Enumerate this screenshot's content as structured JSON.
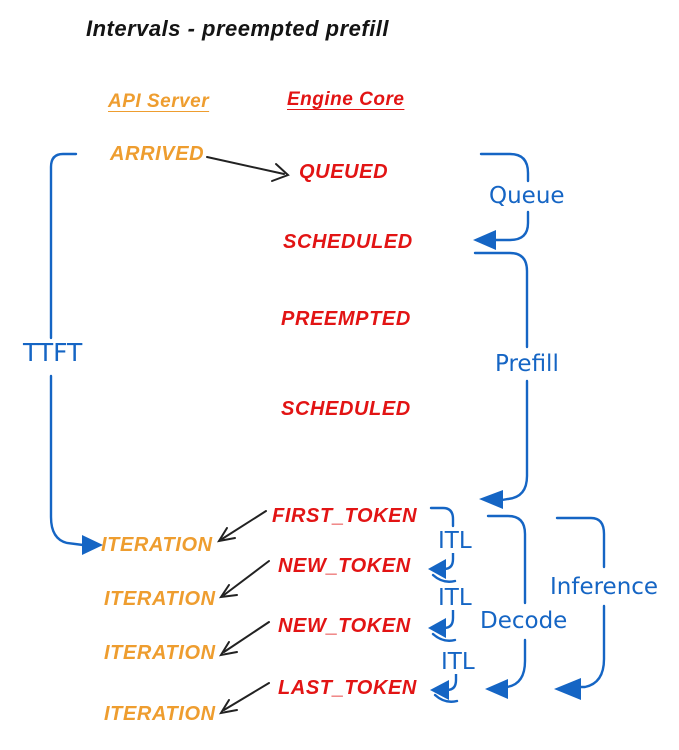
{
  "title": "Intervals - preempted prefill",
  "columns": {
    "api_server": "API Server",
    "engine_core": "Engine Core"
  },
  "api_events": {
    "arrived": "ARRIVED",
    "iteration_1": "ITERATION",
    "iteration_2": "ITERATION",
    "iteration_3": "ITERATION",
    "iteration_4": "ITERATION"
  },
  "engine_events": {
    "queued": "QUEUED",
    "scheduled_1": "SCHEDULED",
    "preempted": "PREEMPTED",
    "scheduled_2": "SCHEDULED",
    "first_token": "FIRST_TOKEN",
    "new_token_1": "NEW_TOKEN",
    "new_token_2": "NEW_TOKEN",
    "last_token": "LAST_TOKEN"
  },
  "intervals": {
    "ttft": "TTFT",
    "queue": "Queue",
    "prefill": "Prefill",
    "itl_1": "ITL",
    "itl_2": "ITL",
    "itl_3": "ITL",
    "decode": "Decode",
    "inference": "Inference"
  },
  "colors": {
    "api_server_text": "#EE9D2F",
    "engine_core_text": "#E21414",
    "interval_blue": "#1565C4",
    "connector_black": "#222222",
    "title_text": "#141414",
    "background": "#FFFFFF"
  }
}
